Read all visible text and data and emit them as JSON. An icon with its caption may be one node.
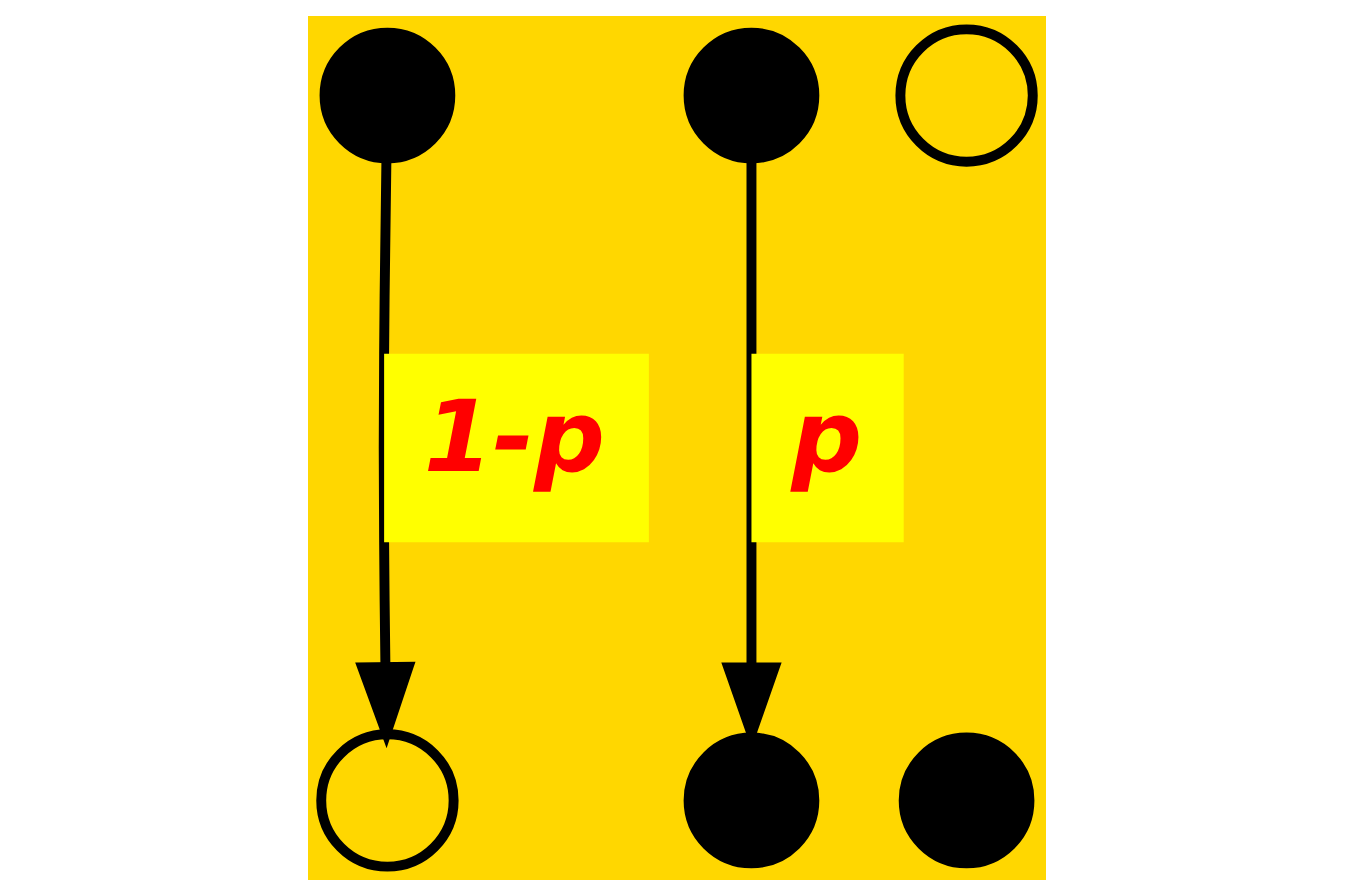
{
  "diagram": {
    "nodes": [
      {
        "text": [],
        "shape": "dot"
      },
      {
        "text": [],
        "shape": "dot"
      },
      {
        "text": [],
        "shape": "circle"
      },
      {
        "text": [],
        "shape": "circle"
      },
      {
        "text": [],
        "shape": "dot"
      },
      {
        "text": [],
        "shape": "dot"
      }
    ],
    "edges": [
      {
        "from": 0,
        "to": 3,
        "arrow": "to",
        "label": "1-p"
      },
      {
        "from": 1,
        "to": 4,
        "arrow": "to",
        "label": "p"
      }
    ]
  }
}
